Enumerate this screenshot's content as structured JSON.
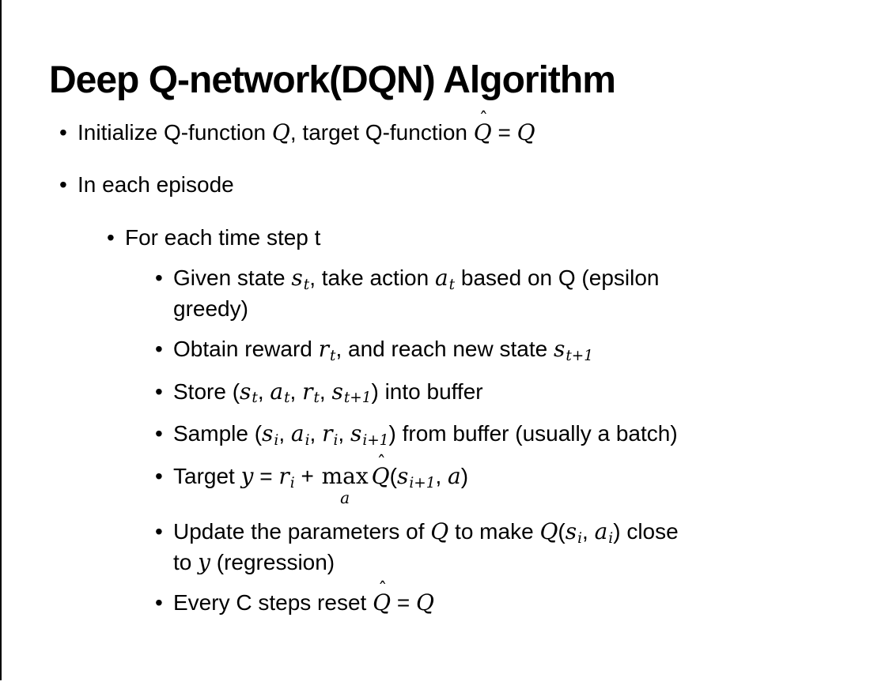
{
  "page": {
    "background": "#ffffff",
    "edge_line_color": "#000000"
  },
  "slide": {
    "title": "Deep Q-network(DQN) Algorithm",
    "bullet_char": "•",
    "bullets": [
      {
        "level": 1,
        "segments": [
          {
            "p": "Initialize Q-function "
          },
          {
            "v": "Q"
          },
          {
            "p": ", target Q-function "
          },
          {
            "v": "Q",
            "hat": true
          },
          {
            "p": " = "
          },
          {
            "v": "Q"
          }
        ]
      },
      {
        "level": 1,
        "segments": [
          {
            "p": "In each episode"
          }
        ]
      },
      {
        "level": 2,
        "segments": [
          {
            "p": "For each time step t"
          }
        ]
      },
      {
        "level": 3,
        "segments": [
          {
            "p": "Given state "
          },
          {
            "v": "s",
            "sub": "t"
          },
          {
            "p": ", take action "
          },
          {
            "v": "a",
            "sub": "t"
          },
          {
            "p": " based on Q (epsilon"
          },
          {
            "br": true
          },
          {
            "p": "greedy)"
          }
        ]
      },
      {
        "level": 3,
        "segments": [
          {
            "p": "Obtain reward "
          },
          {
            "v": "r",
            "sub": "t"
          },
          {
            "p": ", and reach new state "
          },
          {
            "v": "s",
            "sub": "t+1"
          }
        ]
      },
      {
        "level": 3,
        "segments": [
          {
            "p": "Store ("
          },
          {
            "v": "s",
            "sub": "t"
          },
          {
            "p": ", "
          },
          {
            "v": "a",
            "sub": "t"
          },
          {
            "p": ", "
          },
          {
            "v": "r",
            "sub": "t"
          },
          {
            "p": ", "
          },
          {
            "v": "s",
            "sub": "t+1"
          },
          {
            "p": ") into buffer"
          }
        ]
      },
      {
        "level": 3,
        "segments": [
          {
            "p": "Sample ("
          },
          {
            "v": "s",
            "sub": "i"
          },
          {
            "p": ", "
          },
          {
            "v": "a",
            "sub": "i"
          },
          {
            "p": ", "
          },
          {
            "v": "r",
            "sub": "i"
          },
          {
            "p": ", "
          },
          {
            "v": "s",
            "sub": "i+1"
          },
          {
            "p": ") from buffer (usually a batch)"
          }
        ]
      },
      {
        "level": 3,
        "segments": [
          {
            "p": "Target "
          },
          {
            "v": "y"
          },
          {
            "p": " = "
          },
          {
            "v": "r",
            "sub": "i"
          },
          {
            "p": " + "
          },
          {
            "max": "a"
          },
          {
            "v": "Q",
            "hat": true
          },
          {
            "p": "("
          },
          {
            "v": "s",
            "sub": "i+1"
          },
          {
            "p": ", "
          },
          {
            "v": "a"
          },
          {
            "p": ")"
          }
        ]
      },
      {
        "level": 3,
        "segments": [
          {
            "p": "Update the parameters of "
          },
          {
            "v": "Q"
          },
          {
            "p": " to make "
          },
          {
            "v": "Q"
          },
          {
            "p": "("
          },
          {
            "v": "s",
            "sub": "i"
          },
          {
            "p": ", "
          },
          {
            "v": "a",
            "sub": "i"
          },
          {
            "p": ") close"
          },
          {
            "br": true
          },
          {
            "p": "to "
          },
          {
            "v": "y"
          },
          {
            "p": " (regression)"
          }
        ]
      },
      {
        "level": 3,
        "segments": [
          {
            "p": "Every C steps reset "
          },
          {
            "v": "Q",
            "hat": true
          },
          {
            "p": " = "
          },
          {
            "v": "Q"
          }
        ]
      }
    ]
  }
}
